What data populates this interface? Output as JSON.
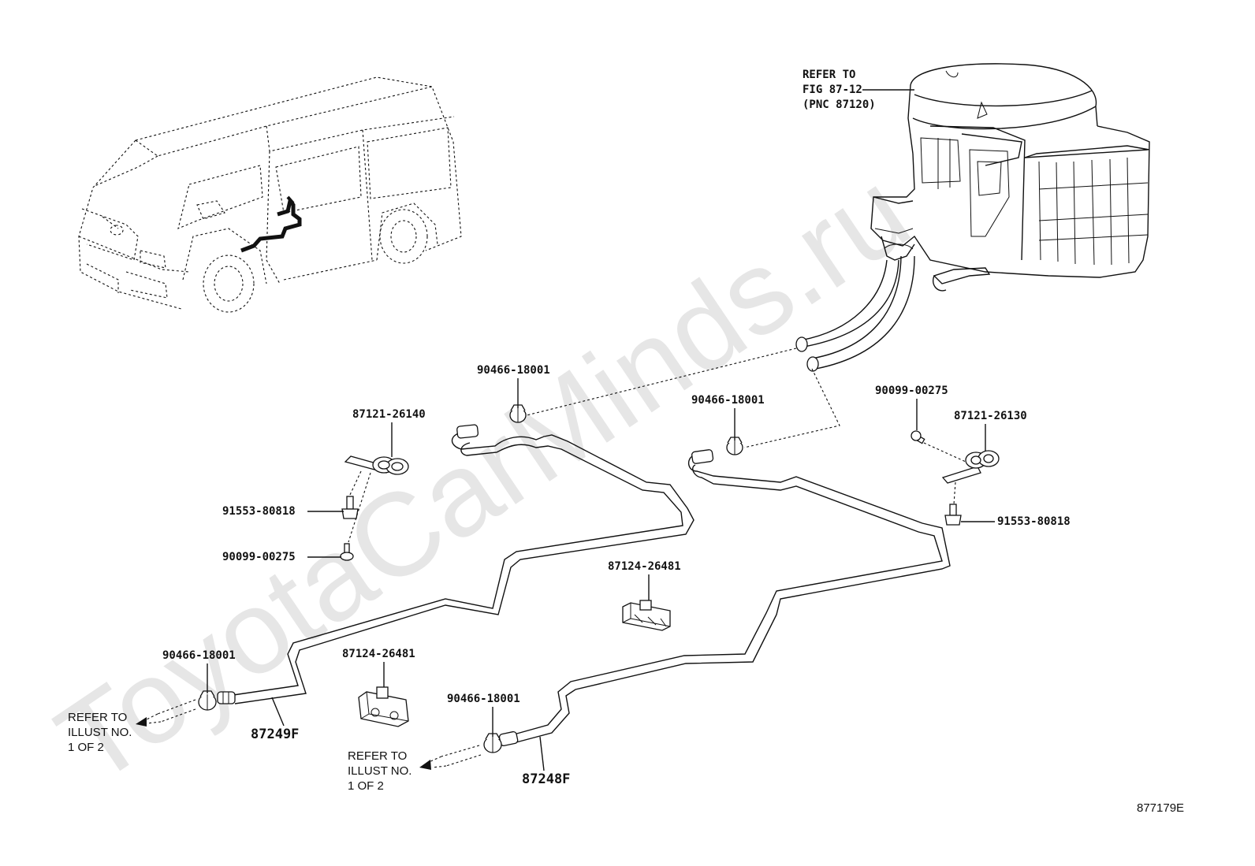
{
  "watermark": "ToyotaCarMinds.ru",
  "refer_fig": {
    "line1": "REFER TO",
    "line2": "FIG 87-12",
    "line3": "(PNC 87120)"
  },
  "labels": {
    "clamp_top_left": "90466-18001",
    "clamp_top_mid": "90466-18001",
    "bracket_left": "87121-26140",
    "bracket_right": "87121-26130",
    "screw_right": "90099-00275",
    "bolt_left": "91553-80818",
    "bolt_right": "91553-80818",
    "screw_left": "90099-00275",
    "clip_mid": "87124-26481",
    "clip_left": "87124-26481",
    "clamp_bottom_left": "90466-18001",
    "clamp_bottom_mid": "90466-18001",
    "hose_left": "87249F",
    "hose_right": "87248F"
  },
  "refer_illust_left": {
    "line1": "REFER TO",
    "line2": "ILLUST NO.",
    "line3": "1 OF 2"
  },
  "refer_illust_mid": {
    "line1": "REFER TO",
    "line2": "ILLUST NO.",
    "line3": "1 OF 2"
  },
  "figure_code": "877179E"
}
